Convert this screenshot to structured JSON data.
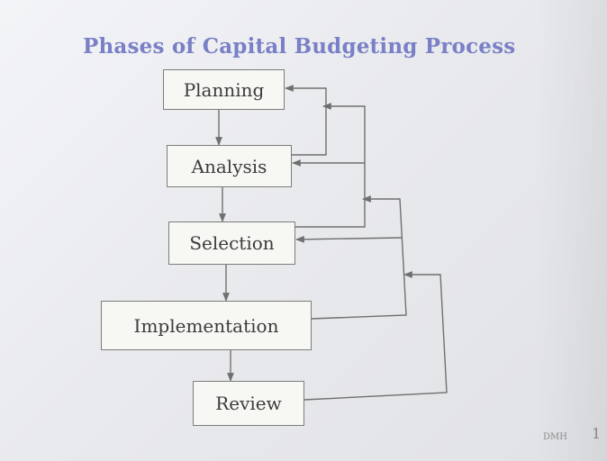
{
  "slide": {
    "title": "Phases of Capital Budgeting Process",
    "phases": [
      "Planning",
      "Analysis",
      "Selection",
      "Implementation",
      "Review"
    ],
    "footer": "DMH",
    "page_number": "1"
  },
  "colors": {
    "title": "#7a80c6",
    "line": "#6e716e",
    "box_border": "#7a7d7a",
    "box_fill": "#f7f7f4"
  }
}
